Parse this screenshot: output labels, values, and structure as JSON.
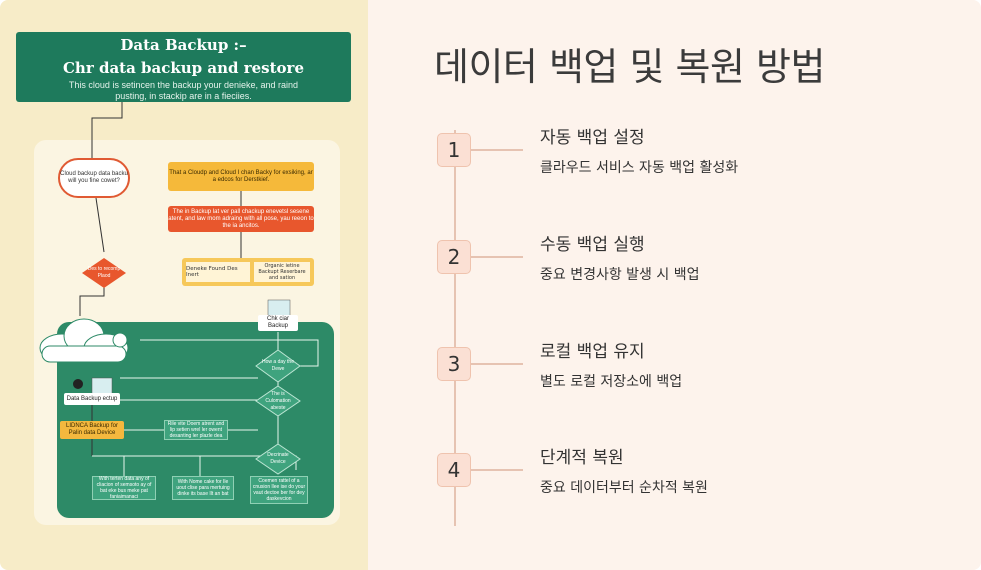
{
  "title": "데이터 백업 및 복원 방법",
  "steps": [
    {
      "num": "1",
      "title": "자동 백업 설정",
      "desc": "클라우드 서비스 자동 백업 활성화"
    },
    {
      "num": "2",
      "title": "수동 백업 실행",
      "desc": "중요 변경사항 발생 시 백업"
    },
    {
      "num": "3",
      "title": "로컬 백업 유지",
      "desc": "별도 로컬 저장소에 백업"
    },
    {
      "num": "4",
      "title": "단계적 복원",
      "desc": "중요 데이터부터 순차적 복원"
    }
  ],
  "infographic": {
    "title_line1": "Data Backup :–",
    "title_line2": "Chr data backup and restore",
    "subtitle": "This cloud is setincen the backup your denieke, and raind pusting, in stackip are in a fieciies.",
    "cloud_text": "Cloud backup data backu will you fine cowet?",
    "yellow_box": "That a Cloudp and Cloud I chan Backy for exsiking, ar a edcos for Derstkief.",
    "orange_box": "The in Backup lat ver pall chackup enevetsl sesene atent, and law mom adraing with all pose, yau reeon to the ia ancitos.",
    "yellow2_a": "Deneke Found Des Inert",
    "yellow2_b": "Organic ietine Backupt Reserbare and sation",
    "diamond_red": "Des to recomp Plaod",
    "checker_label": "Chk ciar Backup",
    "data_backup_label": "Data Backup ectup",
    "yellow3": "LIDNCA Backup for Palin data Device",
    "green_box_mid": "Rile vite Doem atrent and lip setien wrel ler owent desanting ler plazle dea",
    "diamond1": "How a day the Dewe",
    "diamond2": "The is Culomation abeste",
    "diamond3": "Decrinate Device",
    "bottom1": "With terten data any of cliacion of semsoto ay of bat eke bus meke pat faniaimanaci",
    "bottom2": "With Nome cake for Ile uout clise para mertuing dinke its base Ilt an bat",
    "bottom3": "Coemen rattel of a cnusion llee ise do your vaut dectoe ber for dey daskevcion"
  },
  "colors": {
    "slide_bg": "#fdf3ec",
    "left_bg": "#f7ecc8",
    "green": "#1e7a5c",
    "accent_box": "#fbe0d4",
    "timeline": "#e6c3b2"
  }
}
